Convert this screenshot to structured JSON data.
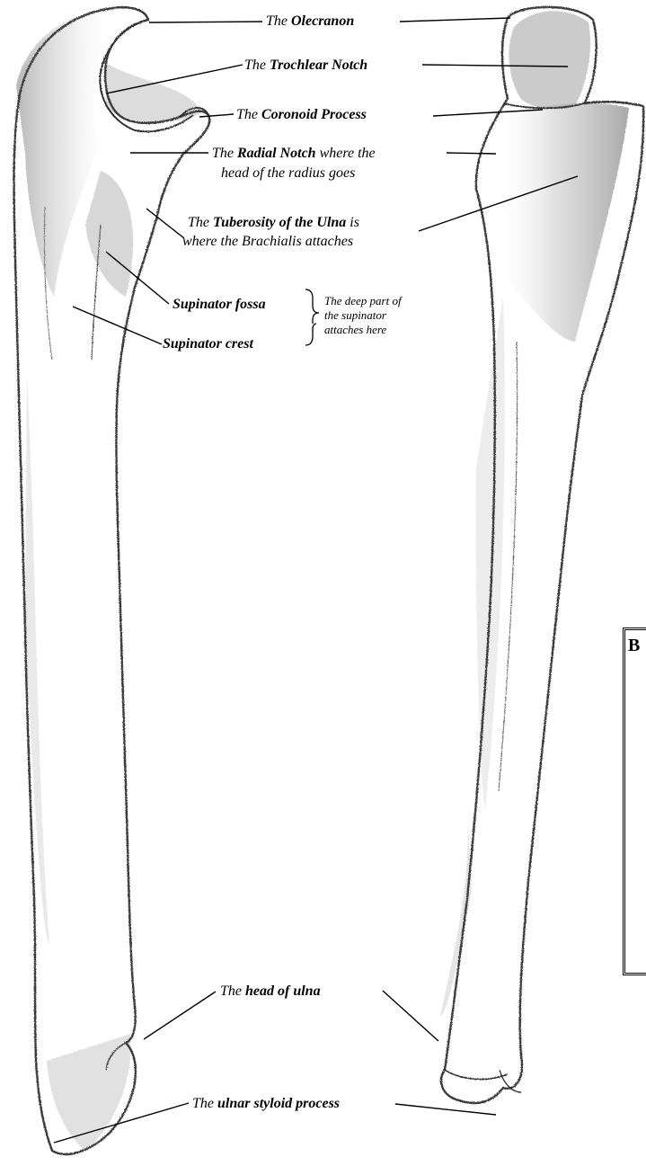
{
  "labels": {
    "olecranon": {
      "pre": "The ",
      "bold": "Olecranon",
      "post": ""
    },
    "trochlear_notch": {
      "pre": "The ",
      "bold": "Trochlear Notch",
      "post": ""
    },
    "coronoid_process": {
      "pre": "The ",
      "bold": "Coronoid Process",
      "post": ""
    },
    "radial_notch": {
      "pre": "The ",
      "bold": "Radial Notch",
      "post": " where the",
      "line2": "head of the radius goes"
    },
    "tuberosity": {
      "pre": "The ",
      "bold": "Tuberosity of the Ulna",
      "post": "  is",
      "line2": "where the Brachialis  attaches"
    },
    "supinator_fossa": {
      "bold": "Supinator fossa"
    },
    "supinator_crest": {
      "bold": "Supinator crest"
    },
    "deep_part_note": [
      "The deep part of",
      "the supinator",
      "attaches here"
    ],
    "head_of_ulna": {
      "pre": "The ",
      "bold": "head of ulna",
      "post": ""
    },
    "ulnar_styloid": {
      "pre": "The ",
      "bold": "ulnar styloid process",
      "post": ""
    }
  },
  "side_box": {
    "letter": "B"
  },
  "colors": {
    "line": "#000000",
    "bone_shade": "#8a8a8a",
    "bone_outline": "#3a3a3a"
  }
}
